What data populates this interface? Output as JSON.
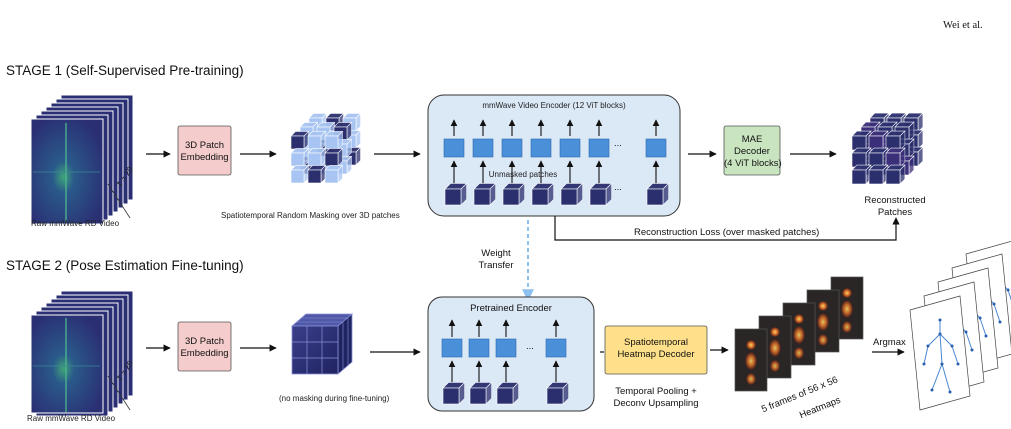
{
  "header": {
    "author": "Wei et al."
  },
  "stage1": {
    "title": "STAGE 1 (Self-Supervised Pre-training)",
    "input_caption": "Raw mmWave RD Video",
    "t_label": "T = 20",
    "patch_embed_label": [
      "3D Patch",
      "Embedding"
    ],
    "masking_caption": "Spatiotemporal Random Masking over 3D patches",
    "encoder_title": "mmWave Video Encoder (12 ViT blocks)",
    "unmasked_label": "Unmasked patches",
    "ellipsis": "...",
    "decoder_label": [
      "MAE",
      "Decoder",
      "(4 ViT blocks)"
    ],
    "output_caption": [
      "Reconstructed",
      "Patches"
    ],
    "loss_label": "Reconstruction Loss (over masked patches)"
  },
  "transfer": {
    "label": [
      "Weight",
      "Transfer"
    ]
  },
  "stage2": {
    "title": "STAGE 2 (Pose Estimation Fine-tuning)",
    "input_caption": "Raw mmWave RD Video",
    "t_label": "T = 20",
    "patch_embed_label": [
      "3D Patch",
      "Embedding"
    ],
    "no_mask_caption": "(no masking during fine-tuning)",
    "encoder_title": "Pretrained Encoder",
    "ellipsis": "...",
    "heatmap_decoder_label": [
      "Spatiotemporal",
      "Heatmap Decoder"
    ],
    "pooling_caption": [
      "Temporal Pooling +",
      "Deconv Upsampling"
    ],
    "heatmaps_caption": [
      "5 frames of 56 x 56",
      "Heatmaps"
    ],
    "argmax_label": "Argmax"
  },
  "colors": {
    "patch_embed_fill": "#f4cccc",
    "encoder_fill": "#dbe8f6",
    "token_fill": "#4a90d9",
    "decoder_fill": "#c9e5c0",
    "heatmap_decoder_fill": "#ffe08a",
    "patch_dark": "#2b2f6e",
    "patch_light": "#a7c4f2",
    "transfer_arrow": "#8ec0ef"
  },
  "icons": [
    "rd-video-stack",
    "patch-cube",
    "token-square",
    "heatmap-frame",
    "skeleton-frame"
  ]
}
